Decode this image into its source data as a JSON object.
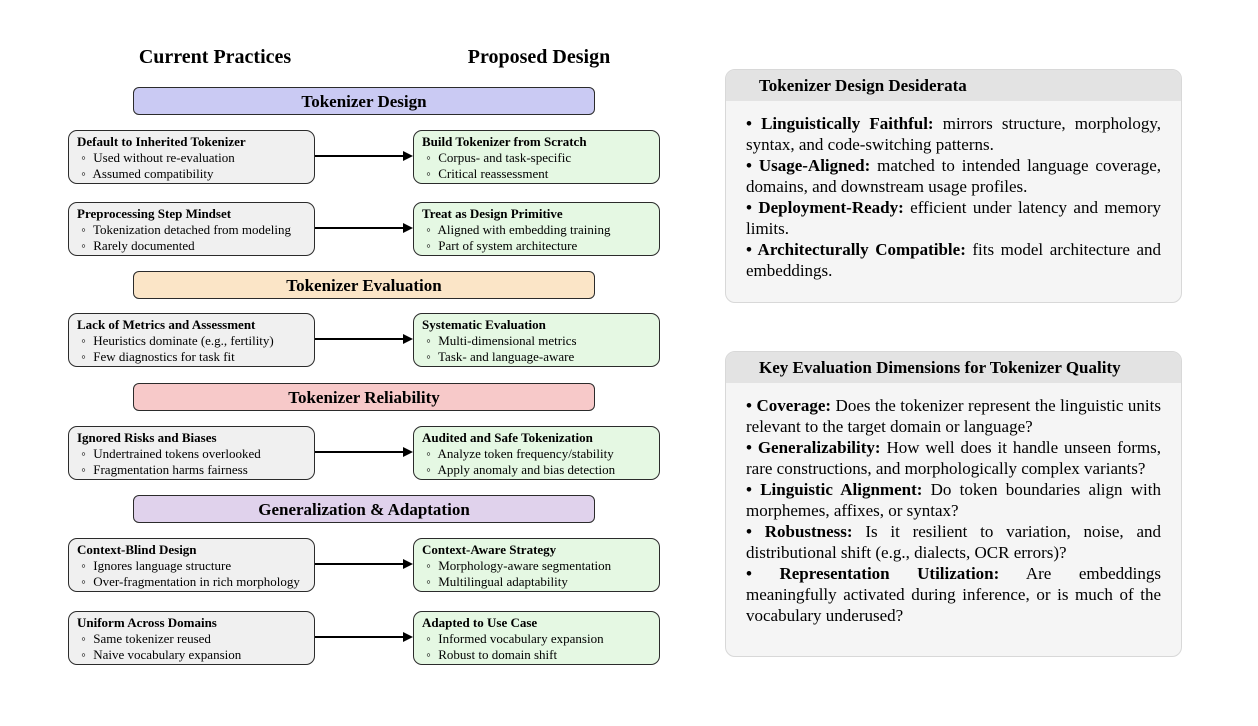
{
  "flow": {
    "left_column_title": "Current Practices",
    "right_column_title": "Proposed Design",
    "item_bullet": "◦",
    "sections": [
      {
        "banner": "Tokenizer Design",
        "banner_color": "#cacaf3",
        "rows": [
          {
            "left": {
              "title": "Default to Inherited Tokenizer",
              "items": [
                "Used without re-evaluation",
                "Assumed compatibility"
              ]
            },
            "right": {
              "title": "Build Tokenizer from Scratch",
              "items": [
                "Corpus- and task-specific",
                "Critical reassessment"
              ]
            }
          },
          {
            "left": {
              "title": "Preprocessing Step Mindset",
              "items": [
                "Tokenization detached from modeling",
                "Rarely documented"
              ]
            },
            "right": {
              "title": "Treat as Design Primitive",
              "items": [
                "Aligned with embedding training",
                "Part of system architecture"
              ]
            }
          }
        ]
      },
      {
        "banner": "Tokenizer Evaluation",
        "banner_color": "#fbe5c7",
        "rows": [
          {
            "left": {
              "title": "Lack of Metrics and Assessment",
              "items": [
                "Heuristics dominate (e.g., fertility)",
                "Few diagnostics for task fit"
              ]
            },
            "right": {
              "title": "Systematic Evaluation",
              "items": [
                "Multi-dimensional metrics",
                "Task- and language-aware"
              ]
            }
          }
        ]
      },
      {
        "banner": "Tokenizer Reliability",
        "banner_color": "#f7c9c9",
        "rows": [
          {
            "left": {
              "title": "Ignored Risks and Biases",
              "items": [
                "Undertrained tokens overlooked",
                "Fragmentation harms fairness"
              ]
            },
            "right": {
              "title": "Audited and Safe Tokenization",
              "items": [
                "Analyze token frequency/stability",
                "Apply anomaly and bias detection"
              ]
            }
          }
        ]
      },
      {
        "banner": "Generalization & Adaptation",
        "banner_color": "#e0d2ec",
        "rows": [
          {
            "left": {
              "title": "Context-Blind Design",
              "items": [
                "Ignores language structure",
                "Over-fragmentation in rich morphology"
              ]
            },
            "right": {
              "title": "Context-Aware Strategy",
              "items": [
                "Morphology-aware segmentation",
                "Multilingual adaptability"
              ]
            }
          },
          {
            "left": {
              "title": "Uniform Across Domains",
              "items": [
                "Same tokenizer reused",
                "Naive vocabulary expansion"
              ]
            },
            "right": {
              "title": "Adapted to Use Case",
              "items": [
                "Informed vocabulary expansion",
                "Robust to domain shift"
              ]
            }
          }
        ]
      }
    ]
  },
  "panels": [
    {
      "title": "Tokenizer Design Desiderata",
      "bullet": "•",
      "items": [
        {
          "label": "Linguistically Faithful:",
          "text": "mirrors structure, morphology, syntax, and code-switching patterns."
        },
        {
          "label": "Usage-Aligned:",
          "text": "matched to intended language coverage, domains, and downstream usage profiles."
        },
        {
          "label": "Deployment-Ready:",
          "text": "efficient under latency and memory limits."
        },
        {
          "label": "Architecturally Compatible:",
          "text": "fits model architecture and embeddings."
        }
      ]
    },
    {
      "title": "Key Evaluation Dimensions for Tokenizer Quality",
      "bullet": "•",
      "items": [
        {
          "label": "Coverage:",
          "text": "Does the tokenizer represent the linguistic units relevant to the target domain or language?"
        },
        {
          "label": "Generalizability:",
          "text": "How well does it handle unseen forms, rare constructions, and morphologically complex variants?"
        },
        {
          "label": "Linguistic Alignment:",
          "text": "Do token boundaries align with morphemes, affixes, or syntax?"
        },
        {
          "label": "Robustness:",
          "text": "Is it resilient to variation, noise, and distributional shift (e.g., dialects, OCR errors)?"
        },
        {
          "label": "Representation Utilization:",
          "text": "Are embeddings meaningfully activated during inference, or is much of the vocabulary underused?"
        }
      ]
    }
  ],
  "colors": {
    "left_box_bg": "#f0f0f0",
    "right_box_bg": "#e5f8e3",
    "box_border": "#2b2b2b",
    "panel_header_bg": "#e3e3e3",
    "panel_body_bg": "#f5f5f5",
    "arrow": "#000000"
  }
}
